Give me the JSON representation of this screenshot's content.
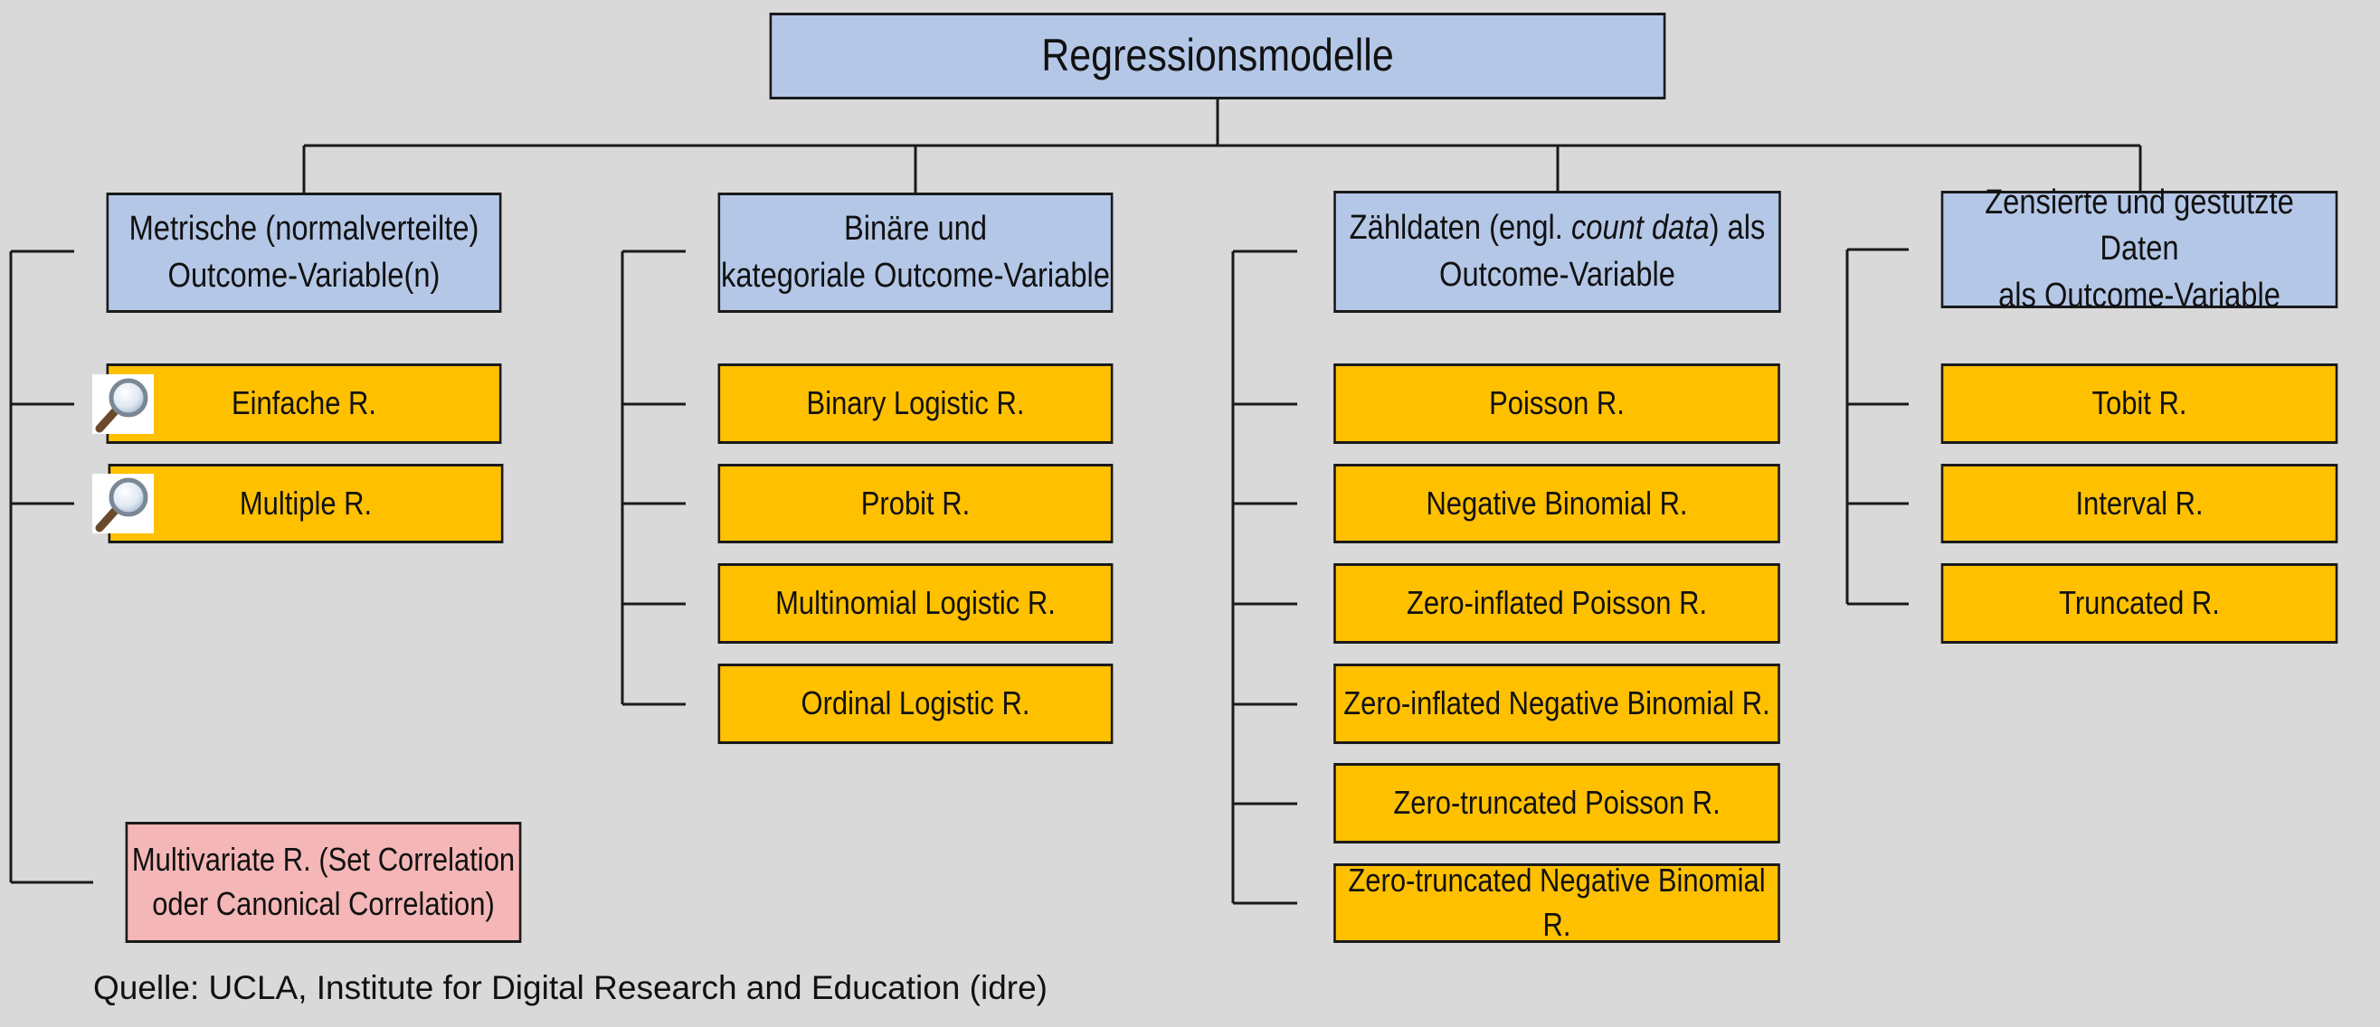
{
  "root": {
    "label": "Regressionsmodelle"
  },
  "categories": [
    {
      "line1": "Metrische (normalverteilte)",
      "line2": "Outcome-Variable(n)",
      "items": [
        "Einfache R.",
        "Multiple R."
      ],
      "special": {
        "line1": "Multivariate R. (Set Correlation",
        "line2": "oder Canonical Correlation)"
      }
    },
    {
      "line1": "Binäre und",
      "line2": "kategoriale Outcome-Variable",
      "items": [
        "Binary Logistic R.",
        "Probit R.",
        "Multinomial Logistic R.",
        "Ordinal Logistic R."
      ]
    },
    {
      "line1_pre": "Zähldaten (engl. ",
      "line1_em": "count data",
      "line1_post": ") als",
      "line2": "Outcome-Variable",
      "items": [
        "Poisson R.",
        "Negative Binomial R.",
        "Zero-inflated Poisson R.",
        "Zero-inflated Negative Binomial R.",
        "Zero-truncated Poisson R.",
        "Zero-truncated Negative Binomial R."
      ]
    },
    {
      "line1": "Zensierte und gestutzte Daten",
      "line2": "als Outcome-Variable",
      "items": [
        "Tobit R.",
        "Interval R.",
        "Truncated R."
      ]
    }
  ],
  "footer": "Quelle: UCLA, Institute for Digital Research and Education (idre)",
  "colors": {
    "background": "#d9d9d9",
    "category_fill": "#b4c7e7",
    "item_fill": "#ffc000",
    "multivariate_fill": "#f4b6b6",
    "line": "#1a1a1a"
  },
  "icons": [
    "magnifier-icon"
  ]
}
